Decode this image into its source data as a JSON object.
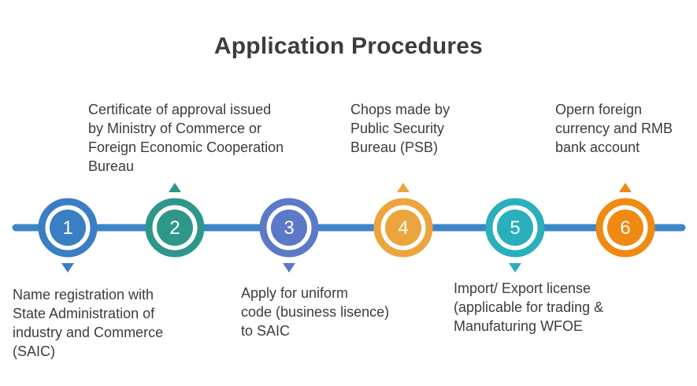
{
  "title": "Application Procedures",
  "colors": {
    "line": "#3b86c6",
    "steps": [
      "#3a7ec4",
      "#2e978a",
      "#5b79c7",
      "#eca43d",
      "#2aafbc",
      "#ef8a12"
    ]
  },
  "steps": [
    {
      "number": "1",
      "position": "below",
      "lines": [
        "Name registration with",
        "State Administration of",
        "industry and Commerce",
        "(SAIC)"
      ]
    },
    {
      "number": "2",
      "position": "above",
      "lines": [
        "Certificate of approval issued",
        "by Ministry of Commerce or",
        "Foreign Economic Cooperation",
        "Bureau"
      ]
    },
    {
      "number": "3",
      "position": "below",
      "lines": [
        "Apply for uniform",
        "code (business lisence)",
        "to SAIC"
      ]
    },
    {
      "number": "4",
      "position": "above",
      "lines": [
        "Chops made by",
        "Public Security",
        "Bureau (PSB)"
      ]
    },
    {
      "number": "5",
      "position": "below",
      "lines": [
        "Import/ Export license",
        "(applicable for trading &",
        "Manufaturing WFOE"
      ]
    },
    {
      "number": "6",
      "position": "above",
      "lines": [
        "Opern foreign",
        "currency and RMB",
        "bank account"
      ]
    }
  ]
}
